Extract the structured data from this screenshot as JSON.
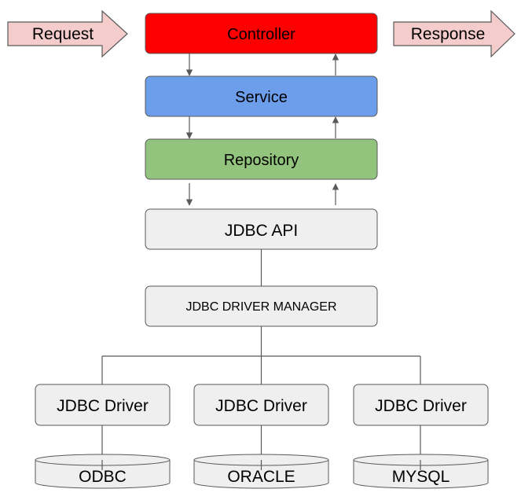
{
  "request": {
    "label": "Request"
  },
  "response": {
    "label": "Response"
  },
  "layers": {
    "controller": {
      "label": "Controller",
      "color": "#ff0000"
    },
    "service": {
      "label": "Service",
      "color": "#6d9eeb"
    },
    "repository": {
      "label": "Repository",
      "color": "#93c47d"
    },
    "jdbc_api": {
      "label": "JDBC API",
      "color": "#efefef"
    },
    "driver_manager": {
      "label": "JDBC DRIVER MANAGER",
      "color": "#efefef"
    }
  },
  "drivers": [
    {
      "label": "JDBC Driver",
      "database": "ODBC"
    },
    {
      "label": "JDBC Driver",
      "database": "ORACLE"
    },
    {
      "label": "JDBC Driver",
      "database": "MYSQL"
    }
  ],
  "colors": {
    "arrow_fill": "#f4cccc",
    "box_stroke": "#595959",
    "gray_fill": "#efefef",
    "connector": "#595959"
  }
}
